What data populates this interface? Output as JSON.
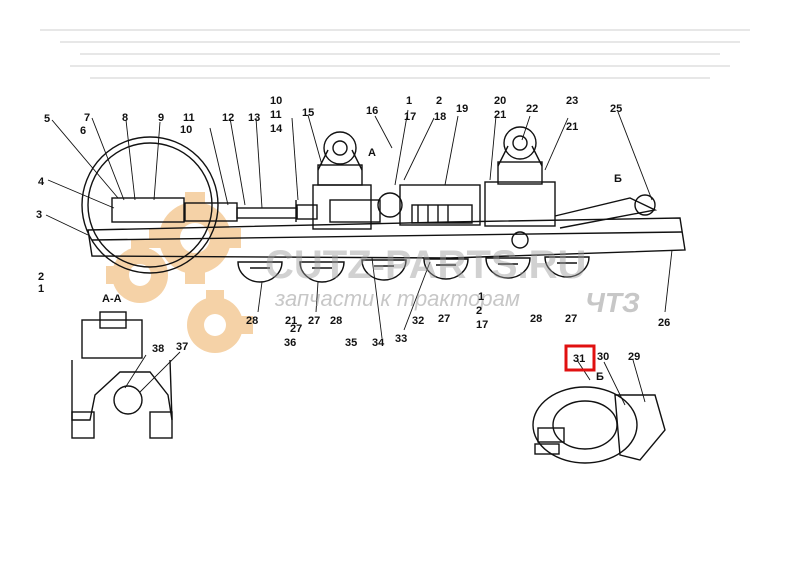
{
  "labels": {
    "l1a": "1",
    "l2a": "2",
    "l3": "3",
    "l4": "4",
    "l5": "5",
    "l6": "6",
    "l7": "7",
    "l8": "8",
    "l9": "9",
    "l10a": "10",
    "l11a": "11",
    "l12": "12",
    "l13": "13",
    "l10b": "10",
    "l11b": "11",
    "l14": "14",
    "l15": "15",
    "l16": "16",
    "l1b": "1",
    "l17a": "17",
    "l2b": "2",
    "l18": "18",
    "l19": "19",
    "l20": "20",
    "l21a": "21",
    "l22": "22",
    "l23": "23",
    "l21b": "21",
    "l25": "25",
    "lB": "Б",
    "l26": "26",
    "l27a": "27",
    "l28a": "28",
    "l1c": "1",
    "l2c": "2",
    "l17b": "17",
    "l27b": "27",
    "l32": "32",
    "l33": "33",
    "l34": "34",
    "l35": "35",
    "l28b": "28",
    "l21c": "21",
    "l27c": "27",
    "l28c": "28",
    "l36": "36",
    "l27d": "27",
    "section_aa": "А-А",
    "l38": "38",
    "l37": "37",
    "arrowA": "A",
    "l31": "31",
    "l30": "30",
    "l29": "29",
    "detailB": "Б"
  },
  "watermark": {
    "line1": "CUTZ-PARTS.RU",
    "line2": "запчасти к тракторам",
    "line3": "ЧТЗ"
  },
  "highlight": {
    "target": "31",
    "color": "#e01010"
  },
  "colors": {
    "ink": "#111111",
    "gear": "#f2c48a",
    "watermark": "#9a9a9a"
  }
}
